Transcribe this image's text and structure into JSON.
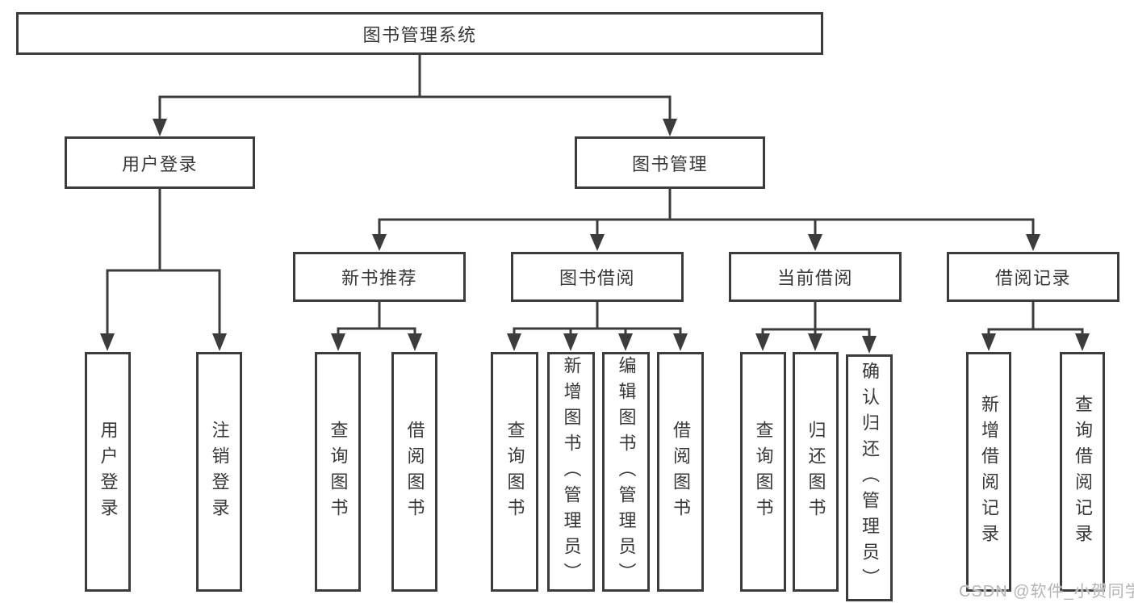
{
  "diagram": {
    "line_color": "#3c3c3c",
    "root": {
      "label": "图书管理系统",
      "children": [
        {
          "label": "用户登录",
          "children": [
            {
              "label": "用户登录"
            },
            {
              "label": "注销登录"
            }
          ]
        },
        {
          "label": "图书管理",
          "children": [
            {
              "label": "新书推荐",
              "children": [
                {
                  "label": "查询图书"
                },
                {
                  "label": "借阅图书"
                }
              ]
            },
            {
              "label": "图书借阅",
              "children": [
                {
                  "label": "查询图书"
                },
                {
                  "label": "新增图书（管理员）"
                },
                {
                  "label": "编辑图书（管理员）"
                },
                {
                  "label": "借阅图书"
                }
              ]
            },
            {
              "label": "当前借阅",
              "children": [
                {
                  "label": "查询图书"
                },
                {
                  "label": "归还图书"
                },
                {
                  "label": "确认归还（管理员）"
                }
              ]
            },
            {
              "label": "借阅记录",
              "children": [
                {
                  "label": "新增借阅记录"
                },
                {
                  "label": "查询借阅记录"
                }
              ]
            }
          ]
        }
      ]
    }
  },
  "watermark": {
    "text": "CSDN @软件_小贺同学"
  }
}
